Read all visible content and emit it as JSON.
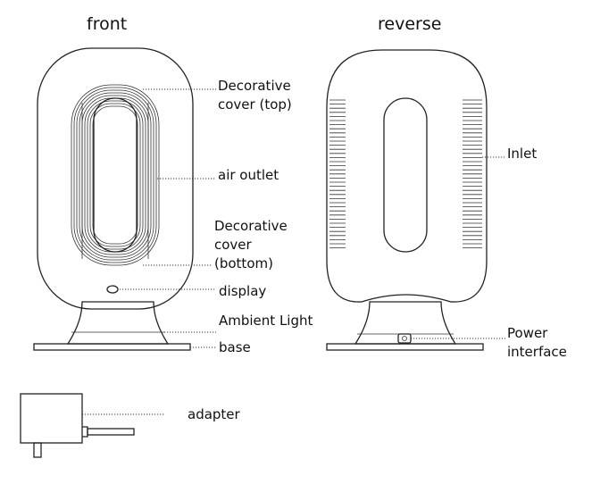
{
  "headings": {
    "front": "front",
    "reverse": "reverse"
  },
  "labels": {
    "decorative_cover_top": [
      "Decorative",
      "cover (top)"
    ],
    "air_outlet": "air outlet",
    "decorative_cover_bottom": [
      "Decorative",
      "cover",
      "(bottom)"
    ],
    "display": "display",
    "ambient_light": "Ambient Light",
    "base": "base",
    "inlet": "Inlet",
    "power_interface": [
      "Power",
      "interface"
    ],
    "adapter": "adapter"
  }
}
